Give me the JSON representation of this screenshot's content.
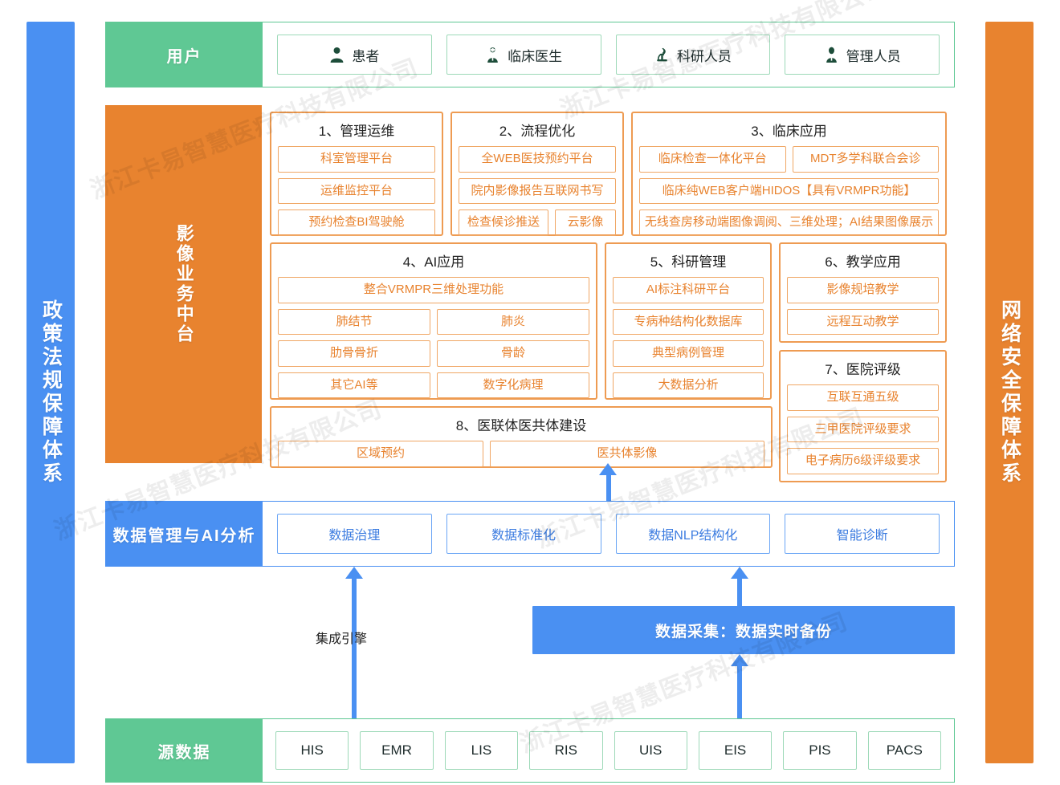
{
  "pillars": {
    "left": "政策法规保障体系",
    "right": "网络安全保障体系"
  },
  "watermark": "浙江卡易智慧医疗科技有限公司",
  "colors": {
    "green": "#5FC894",
    "orange": "#E8832F",
    "blue": "#4A90F2",
    "orange_border": "#EE9B52",
    "green_border": "#9DD9B8",
    "blue_border": "#6AA5F5"
  },
  "user_band": {
    "label": "用户",
    "items": [
      {
        "icon": "patient-icon",
        "label": "患者"
      },
      {
        "icon": "clinician-icon",
        "label": "临床医生"
      },
      {
        "icon": "researcher-microscope-icon",
        "label": "科研人员"
      },
      {
        "icon": "administrator-icon",
        "label": "管理人员"
      }
    ]
  },
  "middle_band": {
    "label": "影像业务中台",
    "groups": [
      {
        "id": 1,
        "title": "1、管理运维",
        "rows": [
          [
            "科室管理平台"
          ],
          [
            "运维监控平台"
          ],
          [
            "预约检查BI驾驶舱"
          ]
        ]
      },
      {
        "id": 2,
        "title": "2、流程优化",
        "rows": [
          [
            "全WEB医技预约平台"
          ],
          [
            "院内影像报告互联网书写"
          ],
          [
            "检查候诊推送",
            "云影像"
          ]
        ]
      },
      {
        "id": 3,
        "title": "3、临床应用",
        "rows": [
          [
            "临床检查一体化平台",
            "MDT多学科联合会诊"
          ],
          [
            "临床纯WEB客户端HIDOS【具有VRMPR功能】"
          ],
          [
            "无线查房移动端图像调阅、三维处理；AI结果图像展示"
          ]
        ]
      },
      {
        "id": 4,
        "title": "4、AI应用",
        "rows": [
          [
            "整合VRMPR三维处理功能"
          ],
          [
            "肺结节",
            "肺炎"
          ],
          [
            "肋骨骨折",
            "骨龄"
          ],
          [
            "其它AI等",
            "数字化病理"
          ]
        ]
      },
      {
        "id": 5,
        "title": "5、科研管理",
        "rows": [
          [
            "AI标注科研平台"
          ],
          [
            "专病种结构化数据库"
          ],
          [
            "典型病例管理"
          ],
          [
            "大数据分析"
          ]
        ]
      },
      {
        "id": 6,
        "title": "6、教学应用",
        "rows": [
          [
            "影像规培教学"
          ],
          [
            "远程互动教学"
          ]
        ]
      },
      {
        "id": 7,
        "title": "7、医院评级",
        "rows": [
          [
            "互联互通五级"
          ],
          [
            "三甲医院评级要求"
          ],
          [
            "电子病历6级评级要求"
          ]
        ]
      },
      {
        "id": 8,
        "title": "8、医联体医共体建设",
        "rows": [
          [
            "区域预约",
            "医共体影像"
          ]
        ]
      }
    ]
  },
  "data_band": {
    "label": "数据管理与AI分析",
    "items": [
      "数据治理",
      "数据标准化",
      "数据NLP结构化",
      "智能诊断"
    ]
  },
  "connectors": {
    "integration_engine_label": "集成引擎",
    "collection_bar_label": "数据采集：数据实时备份"
  },
  "source_band": {
    "label": "源数据",
    "items": [
      "HIS",
      "EMR",
      "LIS",
      "RIS",
      "UIS",
      "EIS",
      "PIS",
      "PACS"
    ]
  }
}
